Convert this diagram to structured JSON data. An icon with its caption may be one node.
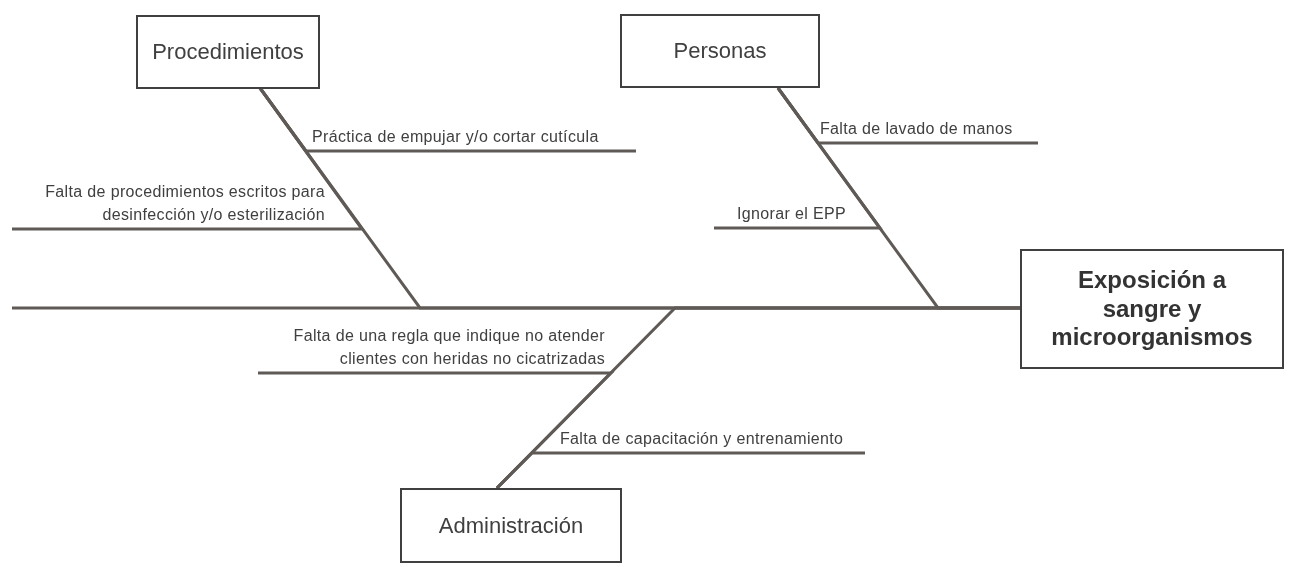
{
  "diagram": {
    "nodes": [
      {
        "text": [
          "Procedimientos"
        ]
      },
      {
        "text": [
          "Personas"
        ]
      },
      {
        "text": [
          "Práctica de empujar y/o cortar cutícula"
        ]
      },
      {
        "text": [
          "Falta de lavado de manos"
        ]
      },
      {
        "text": [
          "Falta de procedimientos escritos para desinfección y/o esterilización"
        ]
      },
      {
        "text": [
          "Ignorar el EPP"
        ]
      },
      {
        "text": [
          "Exposición a sangre y microorganismos"
        ]
      },
      {
        "text": [
          "Falta de una regla que indique no atender clientes con heridas no cicatrizadas"
        ]
      },
      {
        "text": [
          "Falta de capacitación y entrenamiento"
        ]
      },
      {
        "text": [
          "Administración"
        ]
      }
    ],
    "edges": [
      {
        "from": 2,
        "to": 0,
        "arrow": "none"
      },
      {
        "from": 4,
        "to": 0,
        "arrow": "none"
      },
      {
        "from": 3,
        "to": 1,
        "arrow": "none"
      },
      {
        "from": 5,
        "to": 1,
        "arrow": "none"
      },
      {
        "from": 7,
        "to": 9,
        "arrow": "none"
      },
      {
        "from": 8,
        "to": 9,
        "arrow": "none"
      },
      {
        "from": 0,
        "to": 6,
        "arrow": "none"
      },
      {
        "from": 1,
        "to": 6,
        "arrow": "none"
      },
      {
        "from": 9,
        "to": 6,
        "arrow": "none"
      },
      {
        "from": null,
        "to": 6,
        "arrow": "none"
      }
    ]
  }
}
